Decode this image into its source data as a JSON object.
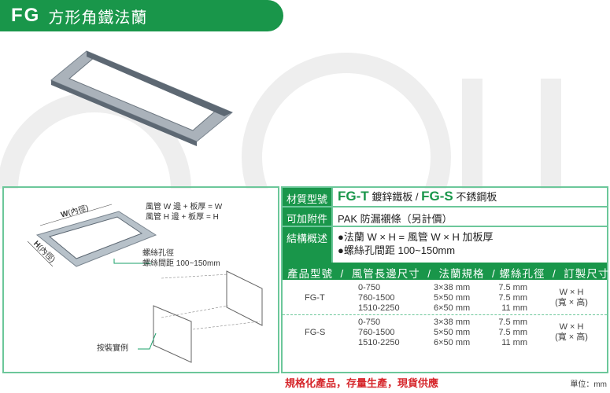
{
  "header": {
    "code": "FG",
    "title": "方形角鐵法蘭"
  },
  "diagram": {
    "w_label": "W",
    "w_sub": "(內徑)",
    "h_label": "H",
    "h_sub": "(內徑)",
    "formula1": "風管 W 邊 + 板厚 = W",
    "formula2": "風管 H 邊 + 板厚 = H",
    "hole1": "螺絲孔徑",
    "hole2": "螺絲間距  100~150mm",
    "install": "按裝實例"
  },
  "spec": {
    "material_key": "材質型號",
    "material_t": "FG-T",
    "material_t_desc": " 鍍鋅鐵板 / ",
    "material_s": "FG-S",
    "material_s_desc": " 不銹鋼板",
    "accessory_key": "可加附件",
    "accessory_val": "PAK 防漏襯條（另計價）",
    "structure_key": "結構概述",
    "structure_1": "●法蘭 W × H = 風管 W × H 加板厚",
    "structure_2": "●螺絲孔間距 100~150mm",
    "table_header": "產品型號  /  風管長邊尺寸  /  法蘭規格  / 螺絲孔徑  /  訂製尺寸",
    "rows": [
      {
        "model": "FG-T",
        "sizes": "0-750\n760-1500\n1510-2250",
        "flange": "3×38 mm\n5×50 mm\n6×50 mm",
        "hole": "7.5 mm\n7.5 mm\n11 mm",
        "custom": "W × H\n(寬 × 高)"
      },
      {
        "model": "FG-S",
        "sizes": "0-750\n760-1500\n1510-2250",
        "flange": "3×38 mm\n5×50 mm\n6×50 mm",
        "hole": "7.5 mm\n7.5 mm\n11 mm",
        "custom": "W × H\n(寬 × 高)"
      }
    ]
  },
  "footer": {
    "slogan": "規格化產品，存量生產，現貨供應",
    "unit": "單位：mm"
  },
  "colors": {
    "green": "#19964a",
    "border": "#6cc79a",
    "red": "#d6262b"
  }
}
